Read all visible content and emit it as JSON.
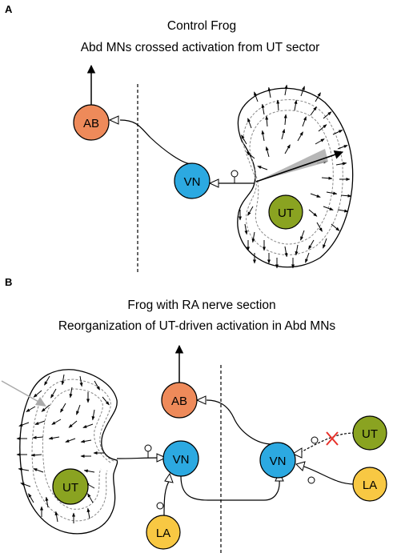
{
  "panel_a": {
    "letter": "A",
    "title_line1": "Control Frog",
    "title_line2": "Abd MNs crossed activation from UT sector",
    "nodes": {
      "ab": "AB",
      "vn": "VN",
      "ut": "UT"
    }
  },
  "panel_b": {
    "letter": "B",
    "title_line1": "Frog with RA nerve section",
    "title_line2": "Reorganization of UT-driven activation in Abd MNs",
    "nodes": {
      "ab": "AB",
      "vn_left": "VN",
      "vn_right": "VN",
      "ut_left": "UT",
      "ut_right": "UT",
      "la_left": "LA",
      "la_right": "LA"
    }
  },
  "colors": {
    "ab": "#ee8a5a",
    "vn": "#2ca9e1",
    "ut": "#8aa321",
    "la": "#f8c843",
    "lesion": "#e8312a",
    "sector": "#aaaaaa"
  }
}
